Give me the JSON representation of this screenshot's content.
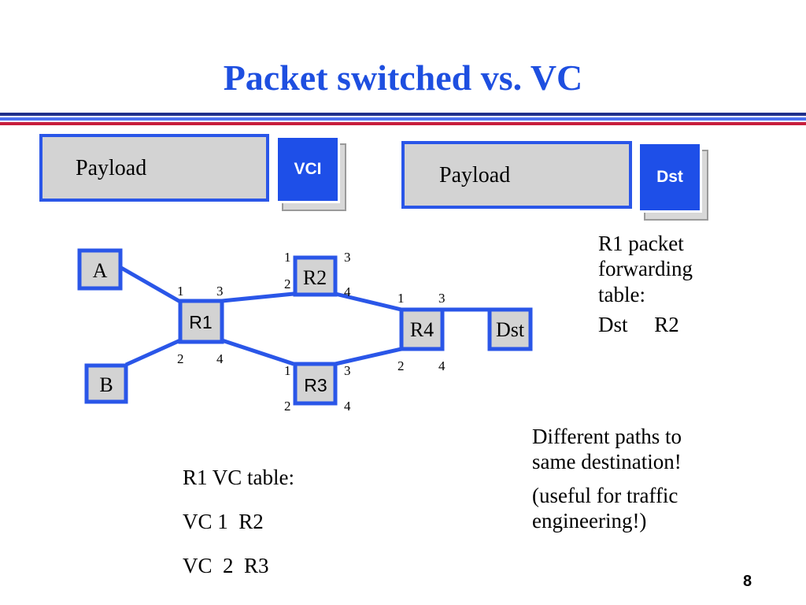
{
  "slide": {
    "title": "Packet switched vs. VC",
    "page_number": "8"
  },
  "packets": {
    "vc_packet": {
      "payload": "Payload",
      "header": "VCI"
    },
    "datagram_packet": {
      "payload": "Payload",
      "header": "Dst"
    }
  },
  "network": {
    "nodes": {
      "A": "A",
      "B": "B",
      "R1": "R1",
      "R2": "R2",
      "R3": "R3",
      "R4": "R4",
      "Dst": "Dst"
    },
    "ports": {
      "r1_1": "1",
      "r1_2": "2",
      "r1_3": "3",
      "r1_4": "4",
      "r2_1": "1",
      "r2_2": "2",
      "r2_3": "3",
      "r2_4": "4",
      "r3_1": "1",
      "r3_2": "2",
      "r3_3": "3",
      "r3_4": "4",
      "r4_1": "1",
      "r4_2": "2",
      "r4_3": "3",
      "r4_4": "4"
    }
  },
  "forwarding_table": {
    "line1": "R1 packet",
    "line2": "forwarding",
    "line3": "table:",
    "entry": "Dst     R2"
  },
  "vc_table": {
    "heading": "R1 VC table:",
    "row1": "VC 1  R2",
    "row2": "VC  2  R3"
  },
  "notes": {
    "line1": "Different paths to",
    "line2": "same destination!",
    "line3": "(useful for traffic",
    "line4": "engineering!)"
  },
  "colors": {
    "accent": "#1e4fe0",
    "box_fill": "#d3d3d3",
    "rule_red": "#c81e3c",
    "rule_navy": "#1f2f8c"
  }
}
